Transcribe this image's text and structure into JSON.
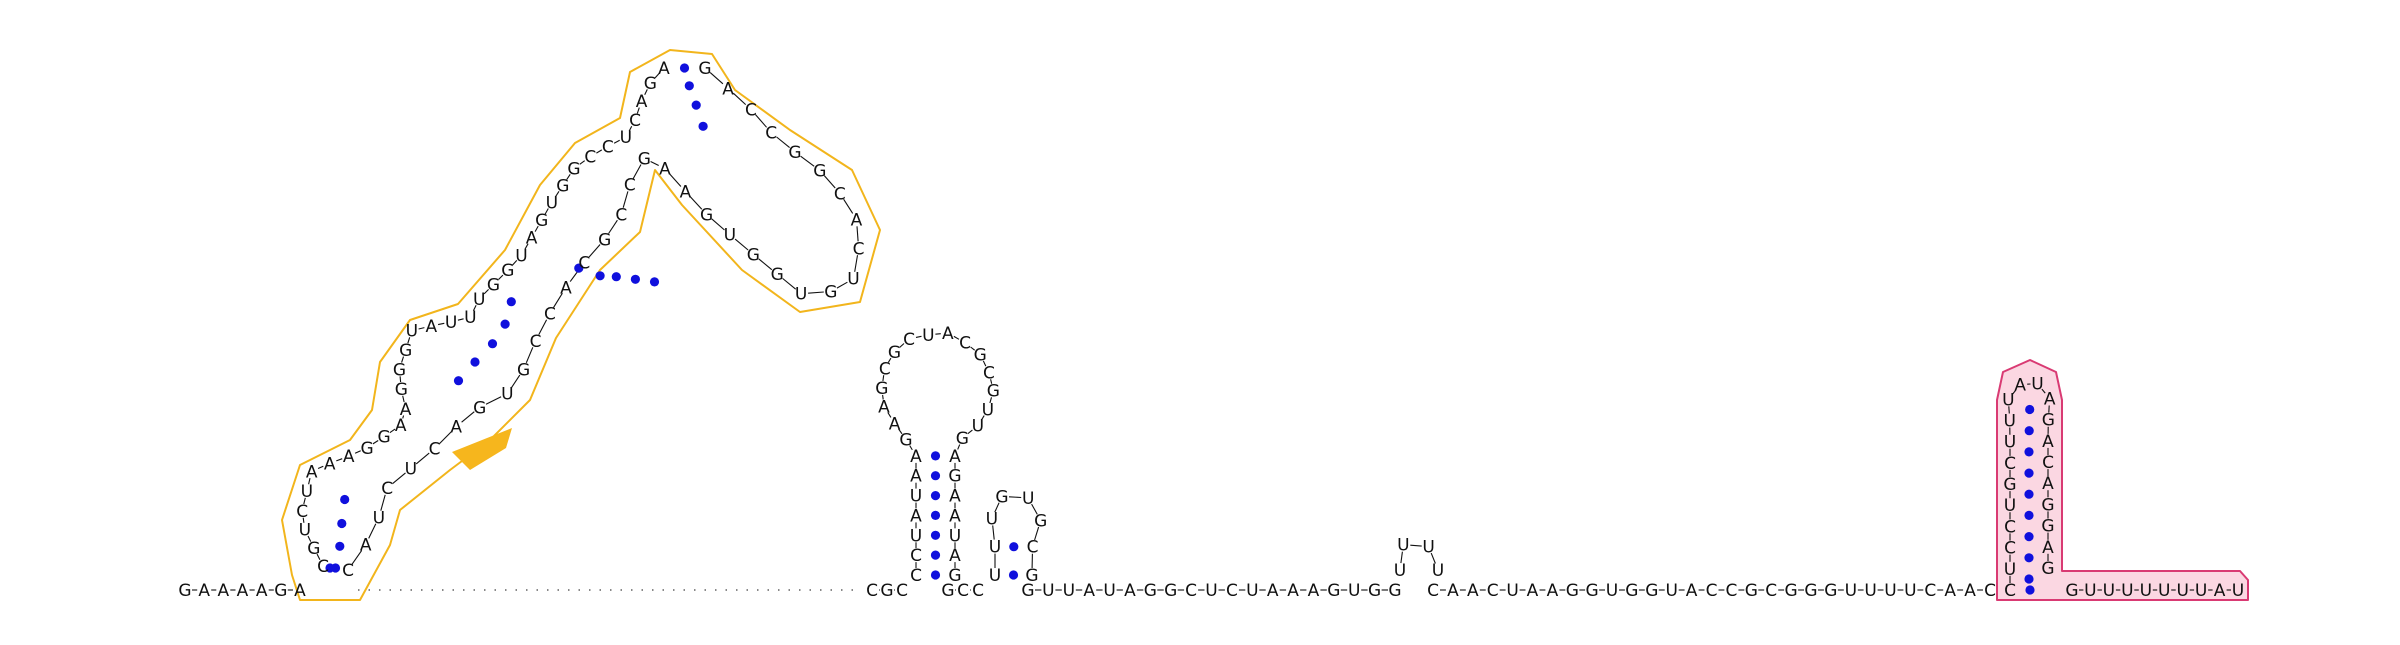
{
  "colors": {
    "highlight_yellow": "#f2b51c",
    "highlight_yellow_fill": "#f6b61d",
    "highlight_pink_stroke": "#d93a73",
    "highlight_pink_fill": "#fbd7e2",
    "base_pair_dot": "#1010dd",
    "backbone": "#111111"
  },
  "diagram": {
    "type": "rna-secondary-structure",
    "sequence_5prime_leader": "GAAAAGA",
    "sequence_backbone_1": "CGC",
    "sequence_backbone_2": "GCC",
    "sequence_backbone_3": "GUUAUAGGCUCUAAAGUGG",
    "sequence_backbone_4": "CAACUAAGGUGGUACCGCGGGUUUUCAAC",
    "sequence_3prime_tail": "GUUUUUUUAU",
    "domain_1_left_strand": "CGUCUAAAGGAAGGGUAUUUGGUAGUGGCCUCAGA",
    "domain_1_right_strand": "GACCGGCACUGUGGUGAAGCCGCACCGUGACUCUAC",
    "hairpin_2": "CCUAUAAGAAGCGCUACGCGUUGAGAAUAG",
    "hairpin_3": "UUUGUGCG",
    "hairpin_4": "UUUU",
    "hairpin_5": "CUCCUGCUUUAUAGACAGGAG"
  }
}
